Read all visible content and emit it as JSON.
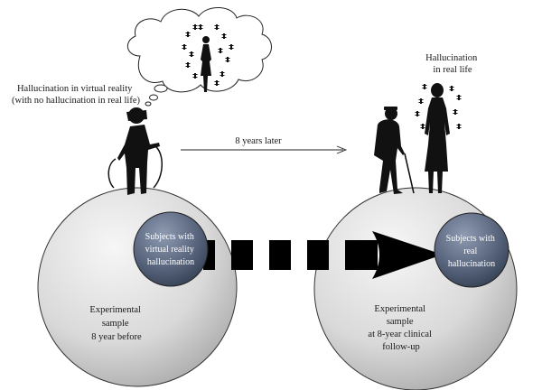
{
  "labels": {
    "vr_caption": [
      "Hallucination in virtual reality",
      "(with no hallucination in real life)"
    ],
    "real_caption": [
      "Hallucination",
      "in real life"
    ],
    "arrow_label": "8 years later",
    "vr_subjects": [
      "Subjects with",
      "virtual reality",
      "hallucination"
    ],
    "real_subjects": [
      "Subjects with",
      "real",
      "hallucination"
    ],
    "sample_before": [
      "Experimental",
      "sample",
      "8 year before"
    ],
    "sample_after": [
      "Experimental",
      "sample",
      "at 8-year clinical",
      "follow-up"
    ]
  },
  "colors": {
    "sphere_light": "#f2f2f2",
    "sphere_dark": "#a9a9a9",
    "inner_light": "#8a97ad",
    "inner_dark": "#3a4556",
    "figure": "#111111"
  }
}
